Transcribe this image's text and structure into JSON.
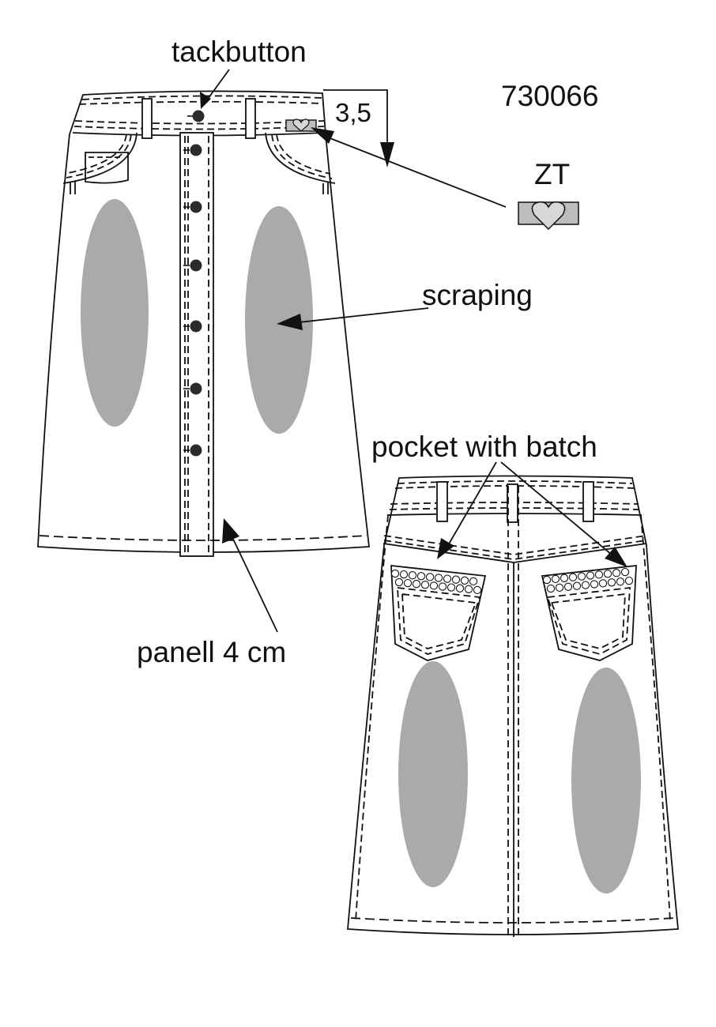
{
  "style_number": "730066",
  "labels": {
    "tackbutton": "tackbutton",
    "waistband_measure": "3,5",
    "trim_code": "ZT",
    "scraping": "scraping",
    "pocket": "pocket with batch",
    "panel": "panell 4 cm"
  },
  "colors": {
    "line": "#111111",
    "scraping_fill": "#aaaaaa",
    "trim_fill": "#bdbdbd",
    "button_fill": "#2b2b2b",
    "background": "#ffffff"
  },
  "views": {
    "front": {
      "button_count": 6
    },
    "back": {
      "pocket_count": 2
    }
  }
}
